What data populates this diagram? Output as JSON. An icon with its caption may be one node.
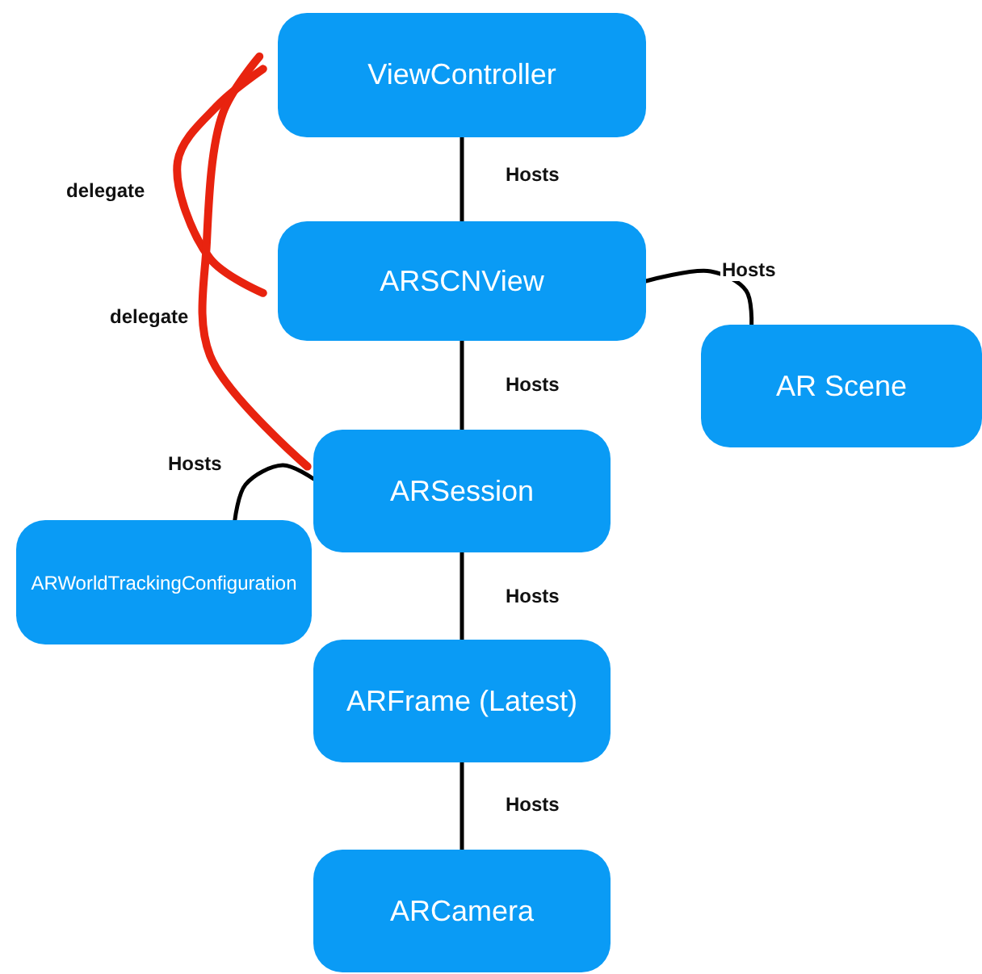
{
  "diagram": {
    "nodes": [
      {
        "text": [
          "ViewController"
        ]
      },
      {
        "text": [
          "ARSCNView"
        ]
      },
      {
        "text": [
          "AR Scene"
        ]
      },
      {
        "text": [
          "ARSession"
        ]
      },
      {
        "text": [
          "ARWorldTrackingConfiguration"
        ]
      },
      {
        "text": [
          "ARFrame (Latest)"
        ]
      },
      {
        "text": [
          "ARCamera"
        ]
      }
    ],
    "edges": [
      {
        "from": 0,
        "to": 1,
        "arrow": "none",
        "label": "Hosts"
      },
      {
        "from": 1,
        "to": 2,
        "arrow": "none",
        "label": "Hosts"
      },
      {
        "from": 1,
        "to": 3,
        "arrow": "none",
        "label": "Hosts"
      },
      {
        "from": 3,
        "to": 4,
        "arrow": "none",
        "label": "Hosts"
      },
      {
        "from": 3,
        "to": 5,
        "arrow": "none",
        "label": "Hosts"
      },
      {
        "from": 5,
        "to": 6,
        "arrow": "none",
        "label": "Hosts"
      },
      {
        "from": 1,
        "to": 0,
        "arrow": "none",
        "label": "delegate",
        "style": "thick",
        "color": "#e8230f"
      },
      {
        "from": 3,
        "to": 0,
        "arrow": "none",
        "label": "delegate",
        "style": "thick",
        "color": "#e8230f"
      }
    ]
  }
}
